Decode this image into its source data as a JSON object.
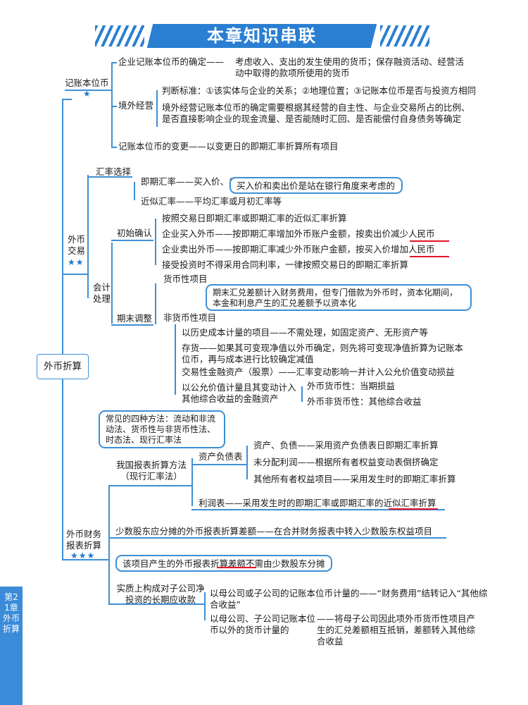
{
  "header": {
    "title": "本章知识串联"
  },
  "sidetab": {
    "text": "第21章 外币折算"
  },
  "root": {
    "label": "外币折算"
  },
  "branch1": {
    "label": "记账本位币",
    "stars": "★",
    "item1_label": "企业记账本位币的确定——",
    "item1_text": "考虑收入、支出的发生使用的货币；保存融资活动、经营活动中取得的款项所使用的货币",
    "overseas": "境外经营",
    "judge": "判断标准：①该实体与企业的关系；②地理位置；③记账本位币是否与投资方相同",
    "overseas_currency": "境外经营记账本位币的确定需要根据其经营的自主性、与企业交易所占的比例、是否直接影响企业的现金流量、是否能随时汇回、是否能偿付自身债务等确定",
    "change": "记账本位币的变更——以变更日的即期汇率折算所有项目"
  },
  "branch2": {
    "label": "外币交易",
    "stars": "★★",
    "rate_choice": "汇率选择",
    "spot": "即期汇率——买入价、卖出价、中间价",
    "bubble": "买入价和卖出价是站在银行角度来考虑的",
    "approx": "近似汇率——平均汇率或月初汇率等",
    "accounting": "会计处理",
    "initial": "初始确认",
    "init1": "按照交易日即期汇率或即期汇率的近似汇率折算",
    "init2": "企业买入外币——按即期汇率增加外币账户金额，按卖出价减少人民币",
    "init3": "企业卖出外币——按即期汇率减少外币账户金额，按买入价增加人民币",
    "init4": "接受投资时不得采用合同利率，一律按照交易日的即期汇率折算",
    "period_end": "期末调整",
    "monetary": "货币性项目",
    "monetary_bubble": "期末汇兑差额计入财务费用，但专门借款为外币时，资本化期间，本金和利息产生的汇兑差额予以资本化",
    "nonmonetary": "非货币性项目",
    "nm1": "以历史成本计量的项目——不需处理，如固定资产、无形资产等",
    "nm2": "存货——如果其可变现净值以外币确定，则先将可变现净值折算为记账本位币，再与成本进行比较确定减值",
    "nm3": "交易性金融资产（股票）——汇率变动影响一并计入公允价值变动损益",
    "nm4": "以公允价值计量且其变动计入其他综合收益的金融资产",
    "nm4a": "外币货币性：当期损益",
    "nm4b": "外币非货币性：其他综合收益"
  },
  "branch3": {
    "label": "外币财务报表折算",
    "stars": "★★★",
    "methods_bubble": "常见的四种方法：流动和非流动法、货币性与非货币性法、时态法、现行汇率法",
    "cn_method": "我国报表折算方法（现行汇率法）",
    "bs": "资产负债表",
    "bs1": "资产、负债——采用资产负债表日即期汇率折算",
    "bs2": "未分配利润——根据所有者权益变动表倒挤确定",
    "bs3": "其他所有者权益项目——采用发生时的即期汇率折算",
    "is": "利润表——采用发生时的即期汇率或即期汇率的近似汇率折算",
    "minority": "少数股东应分摊的外币报表折算差额——在合并财务报表中转入少数股东权益项目",
    "minority_bubble": "该项目产生的外币报表折算差额不需由少数股东分摊",
    "loan": "实质上构成对子公司净投资的长期应收款",
    "loan1": "以母公司或子公司的记账本位币计量的——“财务费用”结转记入“其他综合收益”",
    "loan2_left": "以母公司、子公司记账本位币以外的货币计量的",
    "loan2_right": "——将母子公司因此项外币货币性项目产生的汇兑差额相互抵销，差额转入其他综合收益"
  },
  "colors": {
    "accent": "#2b7fd2",
    "line": "#3d8fd6",
    "highlight": "#e0142a"
  }
}
